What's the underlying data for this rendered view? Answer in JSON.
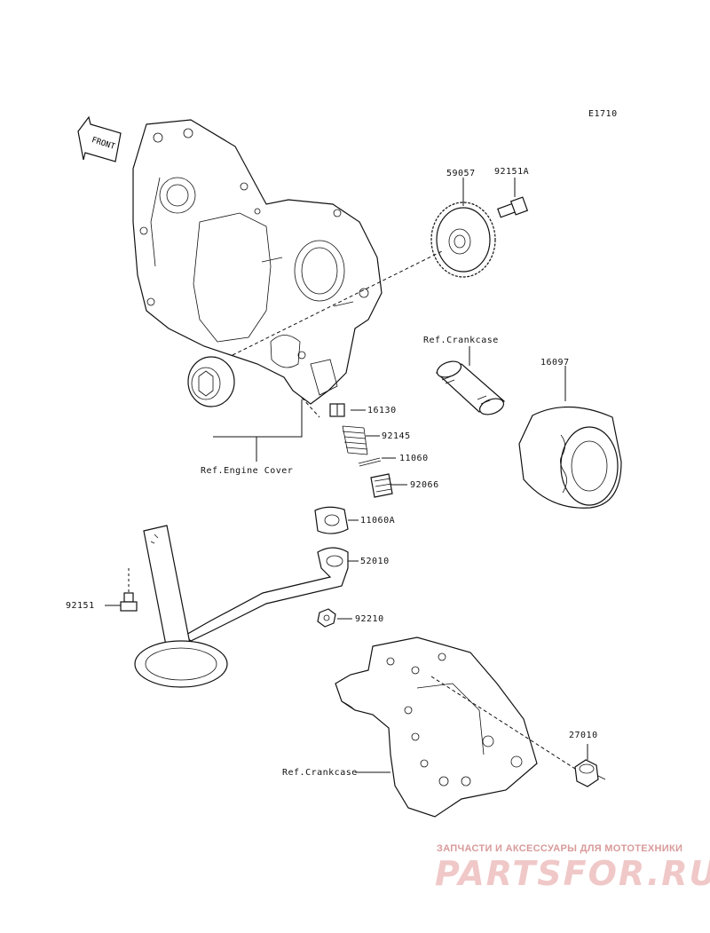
{
  "diagram_code": "E1710",
  "front_arrow_label": "FRONT",
  "labels": {
    "p59057": "59057",
    "p92151A": "92151A",
    "ref_crankcase_top": "Ref.Crankcase",
    "p16097": "16097",
    "p16130": "16130",
    "p92145": "92145",
    "p11060": "11060",
    "ref_engine_cover": "Ref.Engine Cover",
    "p92066": "92066",
    "p11060A": "11060A",
    "p52010": "52010",
    "p92151": "92151",
    "p92210": "92210",
    "p27010": "27010",
    "ref_crankcase_bottom": "Ref.Crankcase"
  },
  "watermark": {
    "tagline": "ЗАПЧАСТИ И АКСЕССУАРЫ ДЛЯ МОТОТЕХНИКИ",
    "brand": "PARTSFOR.RU"
  }
}
